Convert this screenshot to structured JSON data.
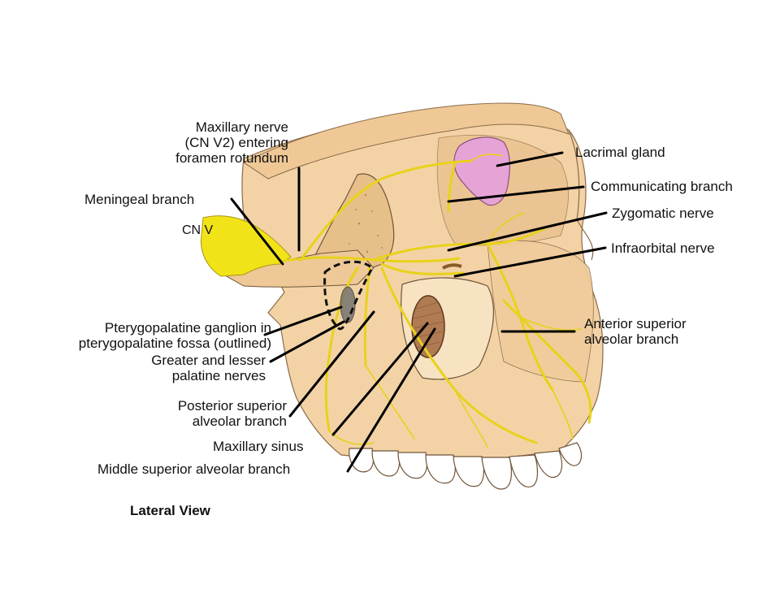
{
  "labels": {
    "maxillary_nerve": [
      "Maxillary nerve",
      "(CN V2) entering",
      "foramen rotundum"
    ],
    "meningeal_branch": "Meningeal branch",
    "cn_v": "CN V",
    "pterygopalatine_ganglion": [
      "Pterygopalatine ganglion in",
      "pterygopalatine fossa (outlined)"
    ],
    "greater_lesser_palatine": [
      "Greater and lesser",
      "palatine nerves"
    ],
    "posterior_superior_alveolar": [
      "Posterior superior",
      "alveolar branch"
    ],
    "maxillary_sinus": "Maxillary sinus",
    "middle_superior_alveolar": "Middle superior alveolar branch",
    "lacrimal_gland": "Lacrimal gland",
    "communicating_branch": "Communicating branch",
    "zygomatic_nerve": "Zygomatic nerve",
    "infraorbital_nerve": "Infraorbital nerve",
    "anterior_superior_alveolar": [
      "Anterior superior",
      "alveolar branch"
    ],
    "view_caption": "Lateral View"
  },
  "colors": {
    "bone": "#f3d3a6",
    "bone_shadow": "#e2b983",
    "bone_edge": "#8a6a48",
    "nerve": "#e8d21a",
    "nerve_dark": "#b9a312",
    "ganglion_yellow": "#f2e318",
    "lacrimal": "#e6a4d6",
    "sinus": "#b07a52",
    "teeth": "#ffffff",
    "leader": "#000000"
  }
}
